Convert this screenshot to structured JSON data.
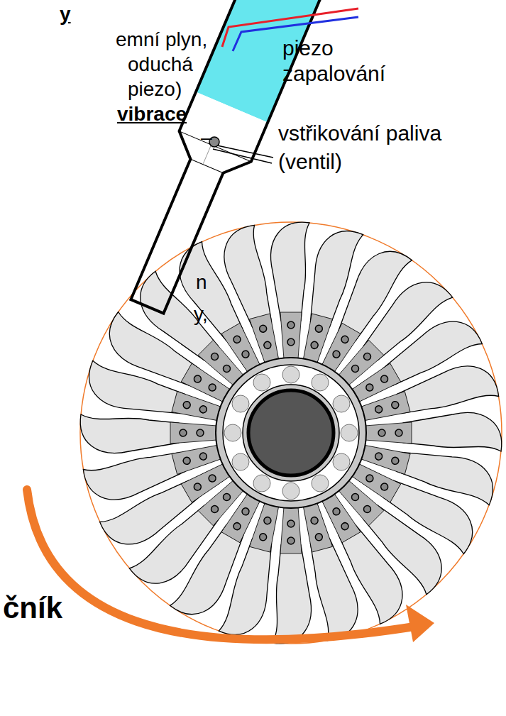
{
  "diagram": {
    "labels": [
      "y",
      "emní plyn,",
      "oduchá",
      "piezo)",
      "vibrace",
      "–",
      "n",
      "y,",
      "čník",
      "piezo zapalování",
      "vstřikování paliva (ventil)"
    ]
  }
}
